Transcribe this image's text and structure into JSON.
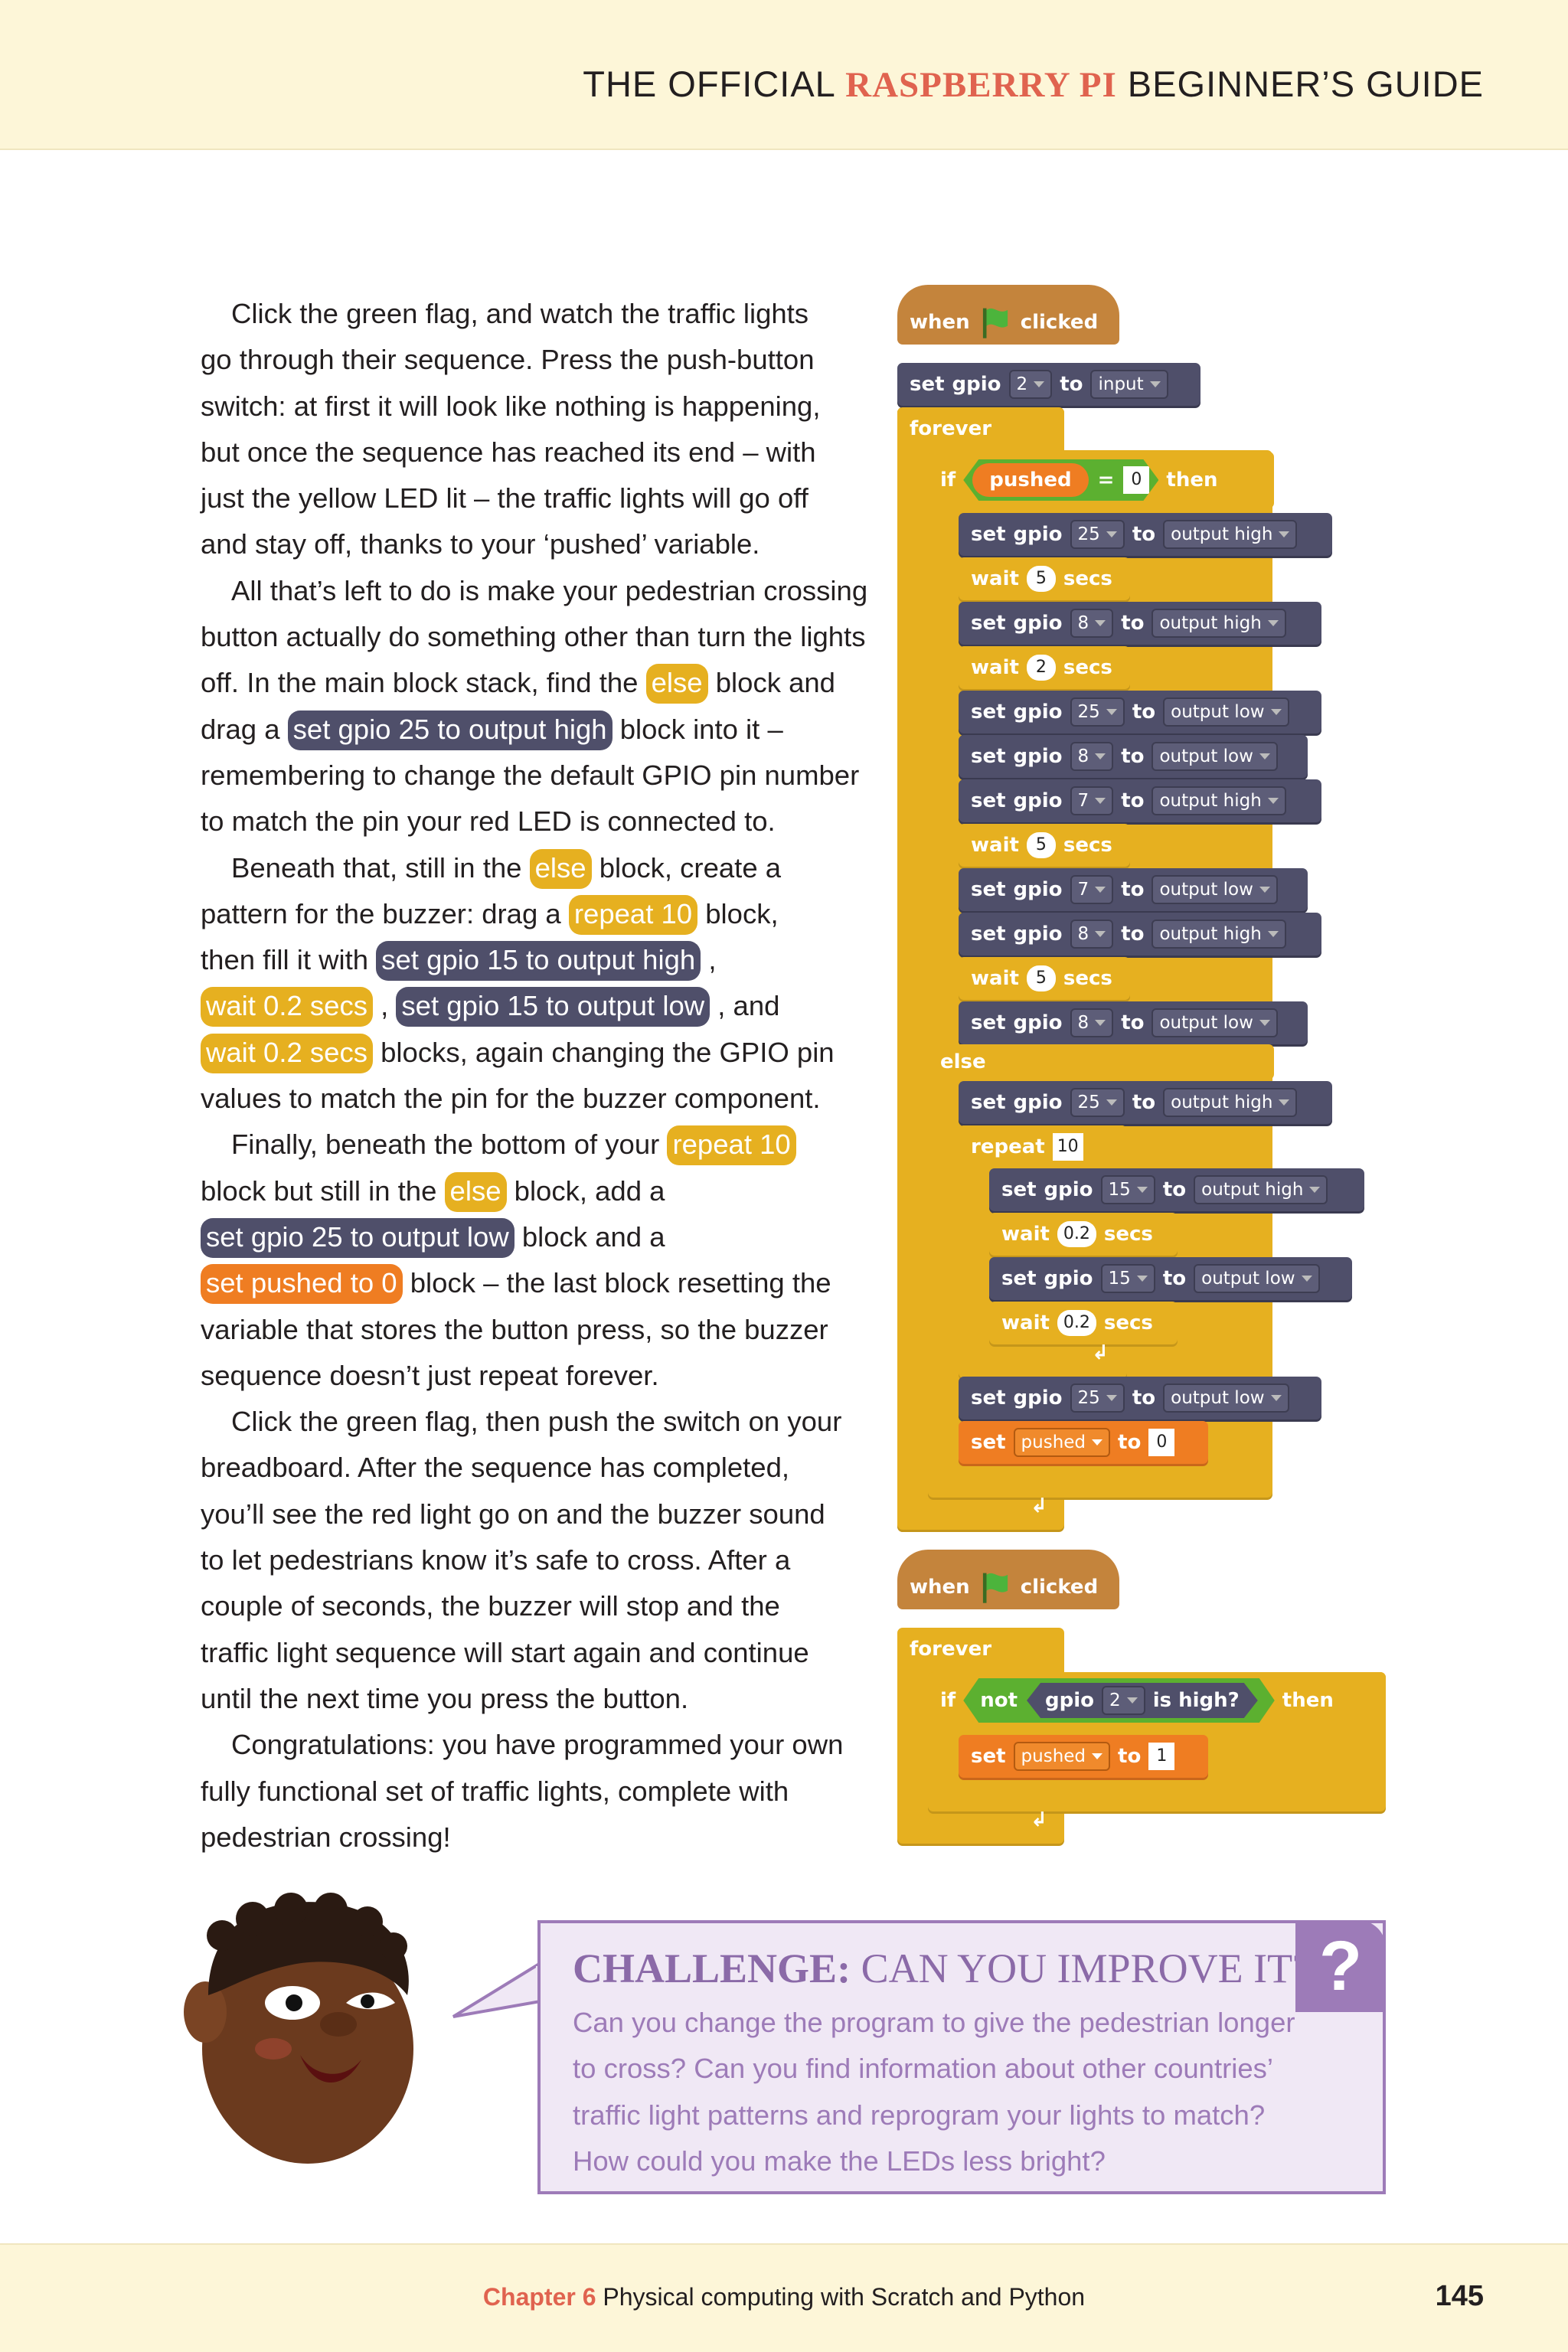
{
  "header": {
    "title_prefix": "THE OFFICIAL ",
    "title_accent": "RASPBERRY PI",
    "title_suffix": " BEGINNER’S GUIDE"
  },
  "body": {
    "p1": "Click the green flag, and watch the traffic lights go through their sequence. Press the push-button switch: at first it will look like nothing is happening, but once the sequence has reached its end – with just the yellow LED lit – the traffic lights will go off and stay off, thanks to your ‘pushed’ variable.",
    "p1_lines": [
      "Click the green flag, and watch the traffic lights",
      "go through their sequence. Press the push-button",
      "switch: at first it will look like nothing is happening,",
      "but once the sequence has reached its end – with",
      "just the yellow LED lit – the traffic lights will go off",
      "and stay off, thanks to your ‘pushed’ variable."
    ],
    "p2_lines": [
      "All that’s left to do is make your pedestrian crossing",
      "button actually do something other than turn the lights",
      "off. In the main block stack, find the "
    ],
    "p2_chip_else": "else",
    "p2_after_else": " block and",
    "p2_drag": "drag a ",
    "p2_chip_set25high": "set gpio 25 to output high",
    "p2_after_chip": " block into it –",
    "p2_tail1": "remembering to change the default GPIO pin number",
    "p2_tail2": "to match the pin your red LED is connected to.",
    "p3_a": "Beneath that, still in the ",
    "p3_chip_else": "else",
    "p3_b": " block, create a",
    "p3_c": "pattern for the buzzer: drag a ",
    "p3_chip_repeat": "repeat 10",
    "p3_d": " block,",
    "p3_e": "then fill it with ",
    "p3_chip_15high": "set gpio 15 to output high",
    "p3_f": " ,",
    "p3_chip_wait1": "wait 0.2 secs",
    "p3_g": " , ",
    "p3_chip_15low": "set gpio 15 to output low",
    "p3_h": " , and",
    "p3_chip_wait2": "wait 0.2 secs",
    "p3_i": " blocks, again changing the GPIO pin",
    "p3_j": "values to match the pin for the buzzer component.",
    "p4_a": "Finally, beneath the bottom of your ",
    "p4_chip_repeat": "repeat 10",
    "p4_b": "block but still in the ",
    "p4_chip_else": "else",
    "p4_c": " block, add a",
    "p4_chip_25low": "set gpio 25 to output low",
    "p4_d": " block and a",
    "p4_chip_pushed": "set pushed to 0",
    "p4_e": " block – the last block resetting the",
    "p4_f": "variable that stores the button press, so the buzzer",
    "p4_g": "sequence doesn’t just repeat forever.",
    "p5_lines": [
      "Click the green flag, then push the switch on your",
      "breadboard. After the sequence has completed,",
      "you’ll see the red light go on and the buzzer sound",
      "to let pedestrians know it’s safe to cross. After a",
      "couple of seconds, the buzzer will stop and the",
      "traffic light sequence will start again and continue",
      "until the next time you press the button."
    ],
    "p6_lines": [
      "Congratulations: you have programmed your own",
      "fully functional set of traffic lights, complete with",
      "pedestrian crossing!"
    ]
  },
  "scratch": {
    "when": "when",
    "clicked": "clicked",
    "set": "set",
    "gpio": "gpio",
    "to": "to",
    "forever": "forever",
    "if": "if",
    "then": "then",
    "else": "else",
    "wait": "wait",
    "secs": "secs",
    "repeat": "repeat",
    "not": "not",
    "is_high": "is high?",
    "equals": "=",
    "input": "input",
    "pushed": "pushed",
    "output_high": "output high",
    "output_low": "output low",
    "pins": {
      "p2": "2",
      "p25": "25",
      "p8": "8",
      "p7": "7",
      "p15": "15"
    },
    "values": {
      "zero": "0",
      "one": "1",
      "five": "5",
      "two": "2",
      "ten": "10",
      "point2": "0.2"
    }
  },
  "challenge": {
    "title_bold": "CHALLENGE:",
    "title_rest": " CAN YOU IMPROVE IT?",
    "lines": [
      "Can you change the program to give the pedestrian longer",
      "to cross? Can you find information about other countries’",
      "traffic light patterns and reprogram your lights to match?",
      "How could you make the LEDs less bright?"
    ],
    "badge": "?"
  },
  "footer": {
    "chapter": "Chapter 6",
    "chapter_title": " Physical computing with Scratch and Python",
    "page": "145"
  },
  "colors": {
    "accent": "#e0634f",
    "header_bg": "#fdf6d8",
    "scratch_gpio": "#4f4f6a",
    "scratch_control": "#e6b020",
    "scratch_variable": "#ef7d22",
    "scratch_event": "#c4843c",
    "challenge": "#9d7bb8"
  }
}
